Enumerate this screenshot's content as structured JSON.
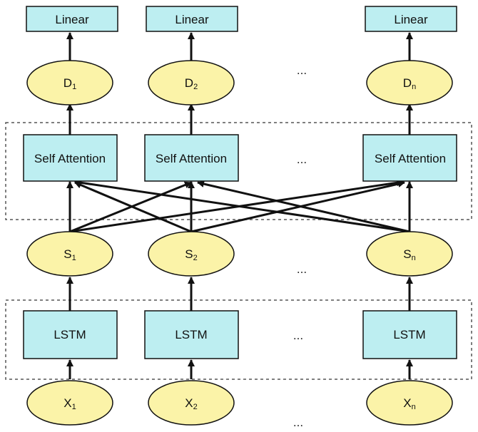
{
  "colors": {
    "box_fill": "#bdeef1",
    "ellipse_fill": "#fbf3a8",
    "stroke": "#111111",
    "group_border": "#555555"
  },
  "linear_layer": {
    "labels": [
      "Linear",
      "Linear",
      "Linear"
    ]
  },
  "output_nodes": [
    {
      "base": "D",
      "sub": "1"
    },
    {
      "base": "D",
      "sub": "2"
    },
    {
      "base": "D",
      "sub": "n"
    }
  ],
  "attention_layer": {
    "labels": [
      "Self Attention",
      "Self Attention",
      "Self Attention"
    ]
  },
  "hidden_nodes": [
    {
      "base": "S",
      "sub": "1"
    },
    {
      "base": "S",
      "sub": "2"
    },
    {
      "base": "S",
      "sub": "n"
    }
  ],
  "lstm_layer": {
    "labels": [
      "LSTM",
      "LSTM",
      "LSTM"
    ]
  },
  "input_nodes": [
    {
      "base": "X",
      "sub": "1"
    },
    {
      "base": "X",
      "sub": "2"
    },
    {
      "base": "X",
      "sub": "n"
    }
  ],
  "ellipsis": "..."
}
